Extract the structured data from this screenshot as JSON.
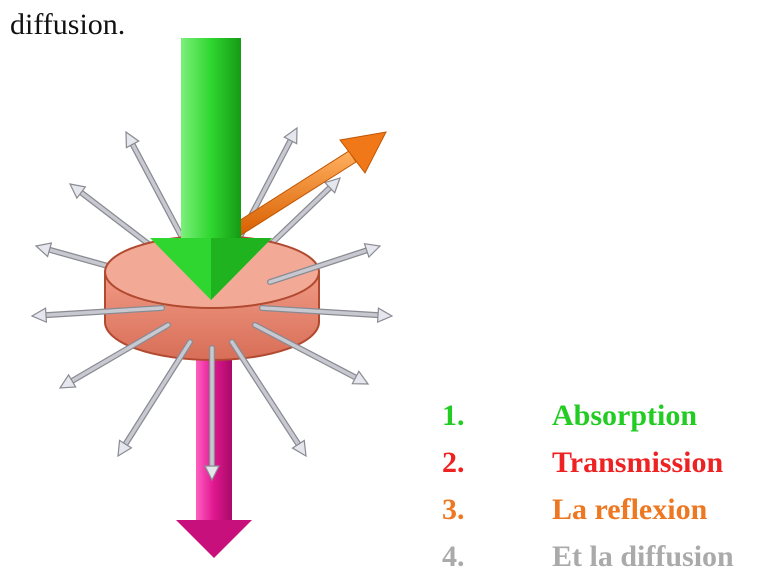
{
  "top_text": "diffusion.",
  "legend": [
    {
      "number": "1.",
      "label": "Absorption",
      "color": "#22cc22"
    },
    {
      "number": "2.",
      "label": "Transmission",
      "color": "#ee2222"
    },
    {
      "number": "3.",
      "label": "La reflexion",
      "color": "#ee7722"
    },
    {
      "number": "4.",
      "label": "Et la diffusion",
      "color": "#aaaaaa"
    }
  ],
  "colors": {
    "incident_arrow": "#2fd62f",
    "transmitted_arrow": "#e0168f",
    "reflected_arrow": "#f07818",
    "scatter_arrows": "#c8c8d0",
    "sample": "#e8826c"
  }
}
